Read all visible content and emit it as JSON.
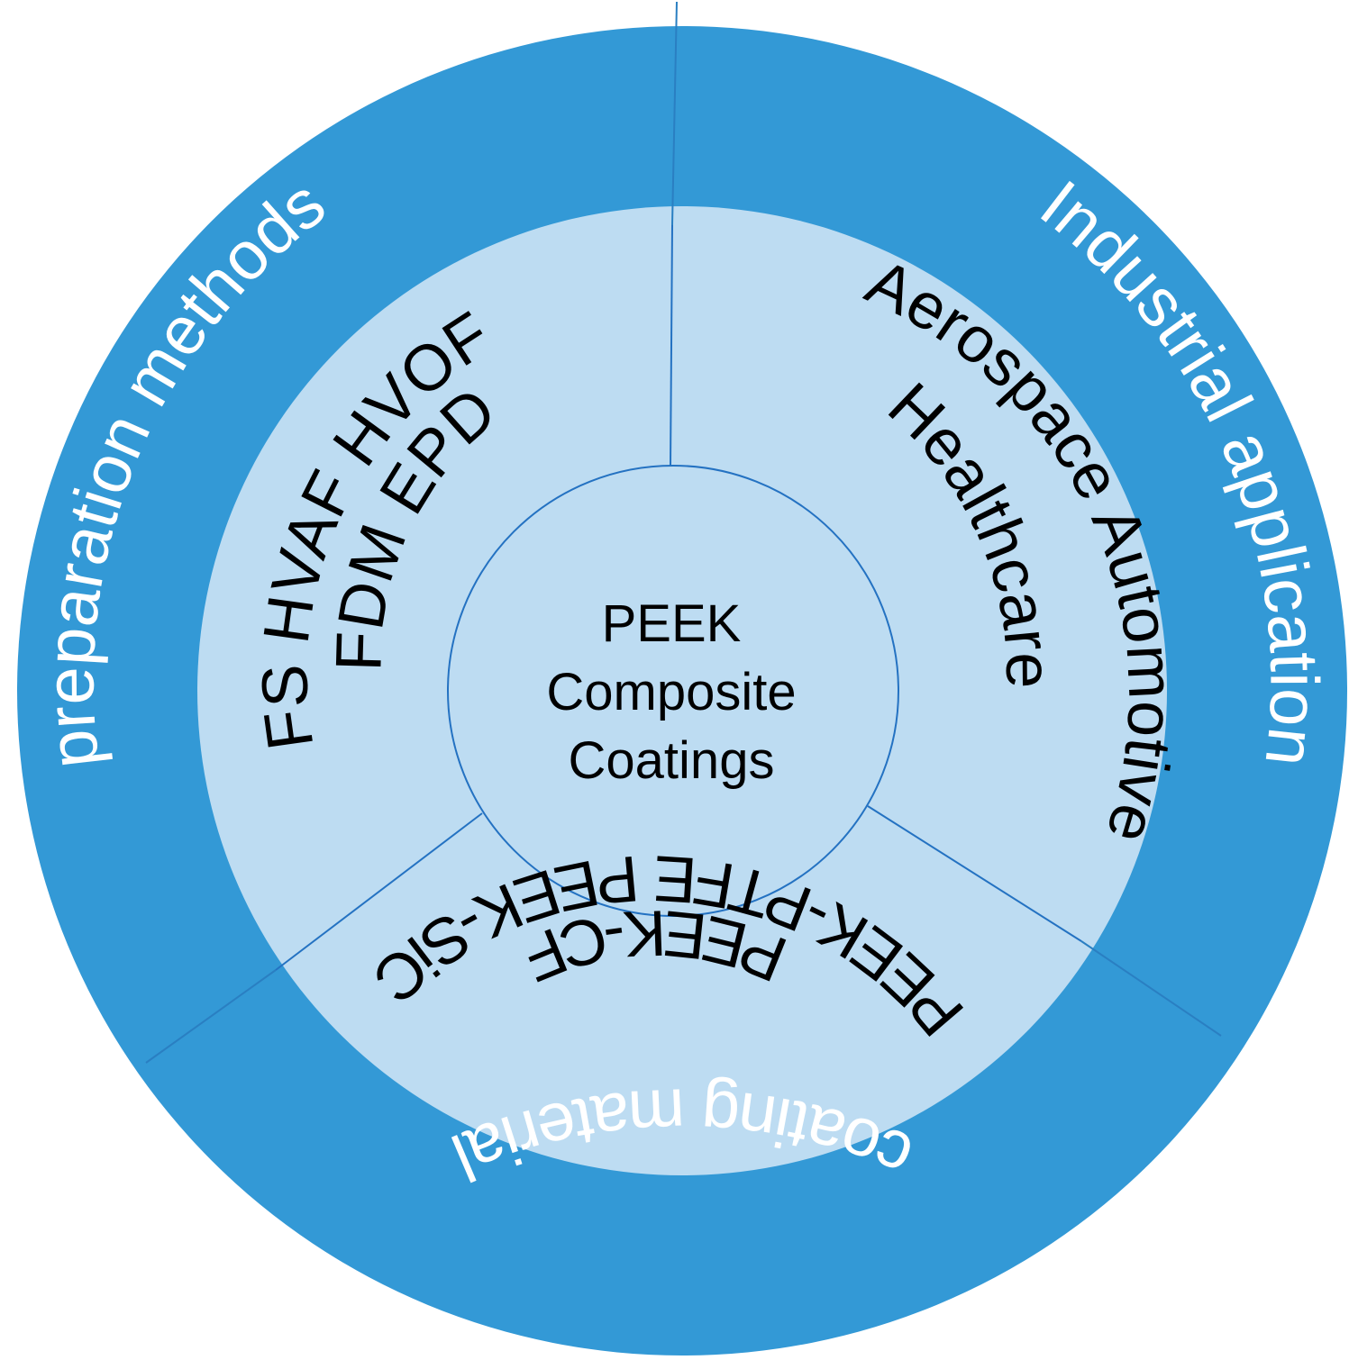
{
  "colors": {
    "outer_ring": "#3399d6",
    "outer_ring_edge": "#2a7fc2",
    "inner_ring": "#bddcf2",
    "divider": "#2472c2",
    "outer_text": "#ffffff",
    "inner_text": "#000000"
  },
  "center": {
    "line1": "PEEK",
    "line2": "Composite",
    "line3": "Coatings"
  },
  "sectors": {
    "preparation": {
      "title": "preparation methods",
      "line1": "FS HVAF HVOF",
      "line2": "FDM EPD"
    },
    "industrial": {
      "title": "Industrial application",
      "line1": "Aerospace Automotive",
      "line2": "Healthcare"
    },
    "coating": {
      "title": "coating material",
      "line1": "PEEK-PTFE PEEK-SiC",
      "line2": "PEEK-CF"
    }
  }
}
